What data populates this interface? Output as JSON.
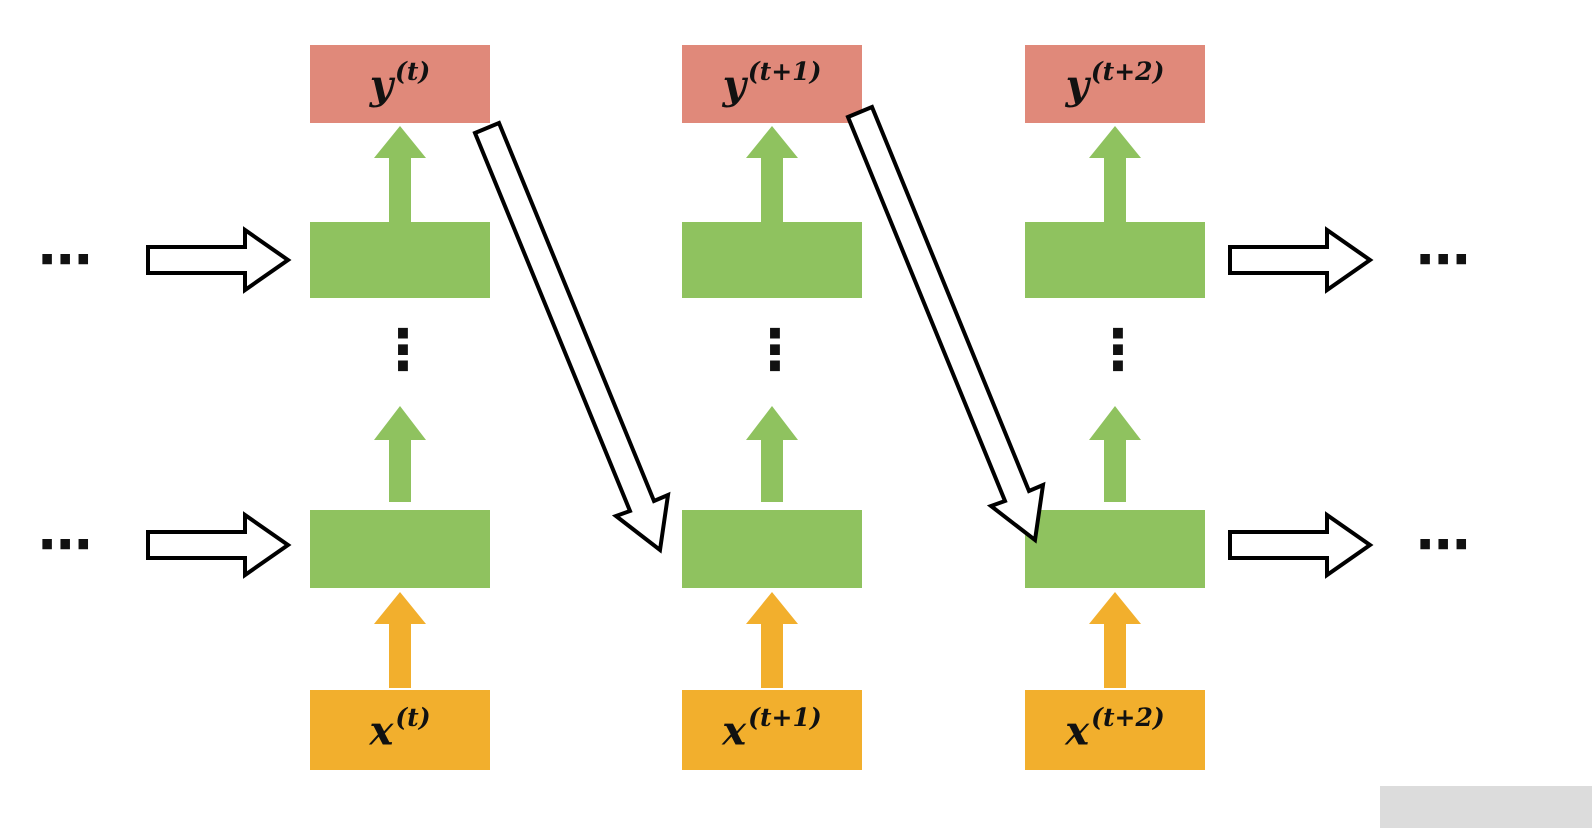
{
  "diagram": {
    "colors": {
      "output_box": "#E0897A",
      "hidden_box": "#8FC25F",
      "input_box": "#F2AF2D"
    },
    "ellipsis_horizontal": "⋯",
    "ellipsis_vertical": "⋮",
    "columns": [
      {
        "output": {
          "base": "y",
          "sup": "(t)"
        },
        "input": {
          "base": "x",
          "sup": "(t)"
        }
      },
      {
        "output": {
          "base": "y",
          "sup": "(t+1)"
        },
        "input": {
          "base": "x",
          "sup": "(t+1)"
        }
      },
      {
        "output": {
          "base": "y",
          "sup": "(t+2)"
        },
        "input": {
          "base": "x",
          "sup": "(t+2)"
        }
      }
    ]
  }
}
